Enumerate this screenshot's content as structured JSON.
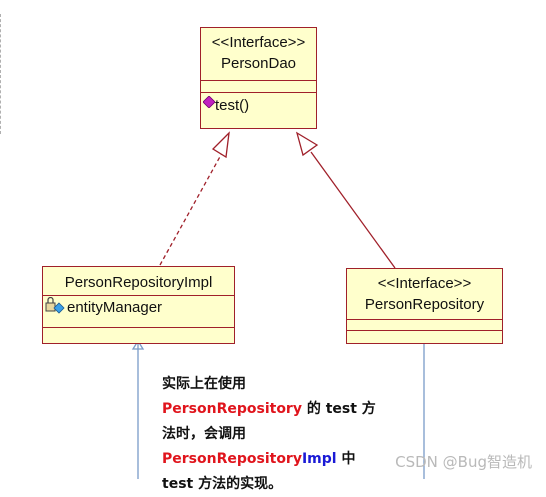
{
  "diagram": {
    "person_dao": {
      "stereotype": "<<Interface>>",
      "name": "PersonDao",
      "operation": "test()",
      "operation_icon": "method-diamond-icon"
    },
    "person_repository_impl": {
      "name": "PersonRepositoryImpl",
      "attribute": "entityManager",
      "attribute_icon": "protected-field-lock-icon"
    },
    "person_repository": {
      "stereotype": "<<Interface>>",
      "name": "PersonRepository"
    },
    "colors": {
      "box_fill": "#ffffcc",
      "box_border": "#a0202a",
      "note_red": "#e0141c",
      "note_blue": "#1a1ad6",
      "lifeline": "#7a9cc8"
    }
  },
  "note": {
    "line1": "实际上在使用",
    "line2_red": "PersonRepository",
    "line2_rest": " 的 test 方",
    "line3": "法时，会调用",
    "line4_red": "PersonRepository",
    "line4_blue": "Impl",
    "line4_rest": " 中",
    "line5": "test 方法的实现。"
  },
  "watermark": "CSDN @Bug智造机"
}
